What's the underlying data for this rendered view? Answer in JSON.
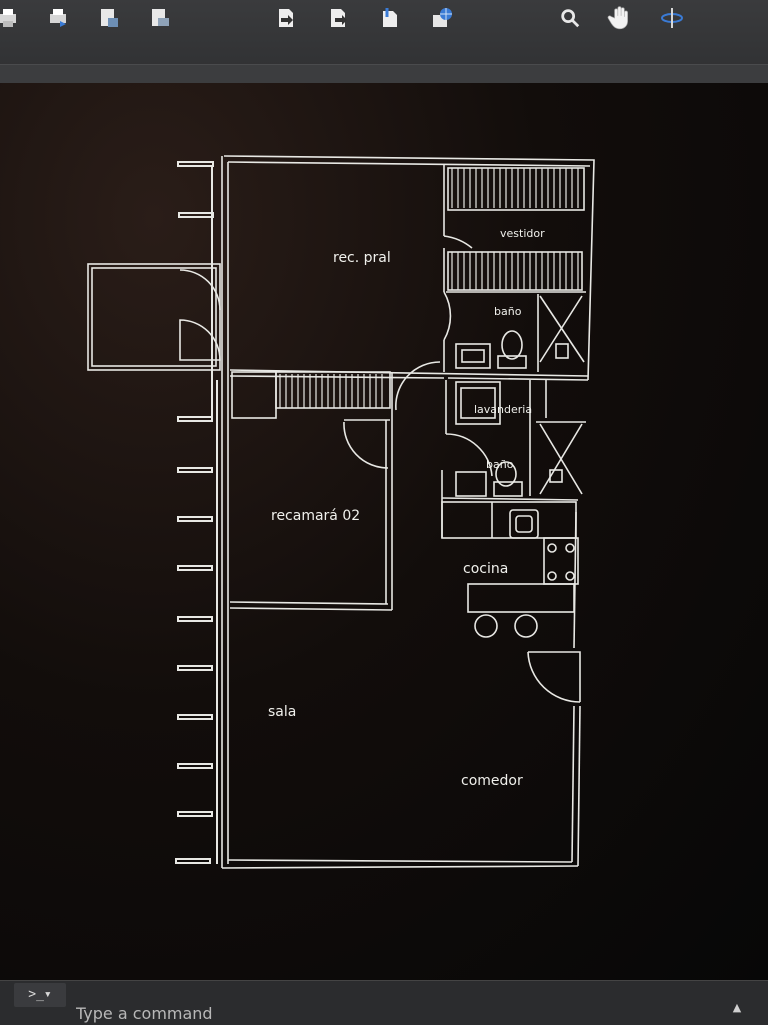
{
  "toolbar": {
    "icons": [
      "print-icon",
      "plot-icon",
      "page-setup-icon",
      "publish-icon",
      "import-icon",
      "export-icon",
      "attach-icon",
      "web-icon",
      "zoom-icon",
      "pan-hand-icon",
      "orbit-icon"
    ]
  },
  "plan": {
    "rooms": {
      "rec_pral": "rec. pral",
      "vestidor": "vestidor",
      "bano_1": "baño",
      "lavanderia": "lavanderia",
      "bano_2": "baño",
      "recamara_02": "recamará 02",
      "cocina": "cocina",
      "sala": "sala",
      "comedor": "comedor"
    }
  },
  "command": {
    "prompt": ">_▾",
    "placeholder": "Type a command",
    "expand": "▲"
  },
  "colors": {
    "line": "#e8e8e4",
    "background": "#0a0a0a",
    "toolbar": "#333436",
    "icon_blue": "#3a7bd5"
  }
}
